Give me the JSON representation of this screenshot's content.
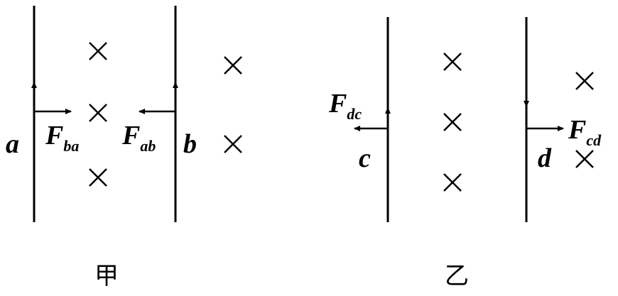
{
  "figure_left": {
    "caption": "甲",
    "wire_labels": {
      "left": "a",
      "right": "b"
    },
    "forces": [
      {
        "symbol": "F",
        "subscript": "ba"
      },
      {
        "symbol": "F",
        "subscript": "ab"
      }
    ]
  },
  "figure_right": {
    "caption": "乙",
    "wire_labels": {
      "left": "c",
      "right": "d"
    },
    "forces": [
      {
        "symbol": "F",
        "subscript": "dc"
      },
      {
        "symbol": "F",
        "subscript": "cd"
      }
    ]
  }
}
